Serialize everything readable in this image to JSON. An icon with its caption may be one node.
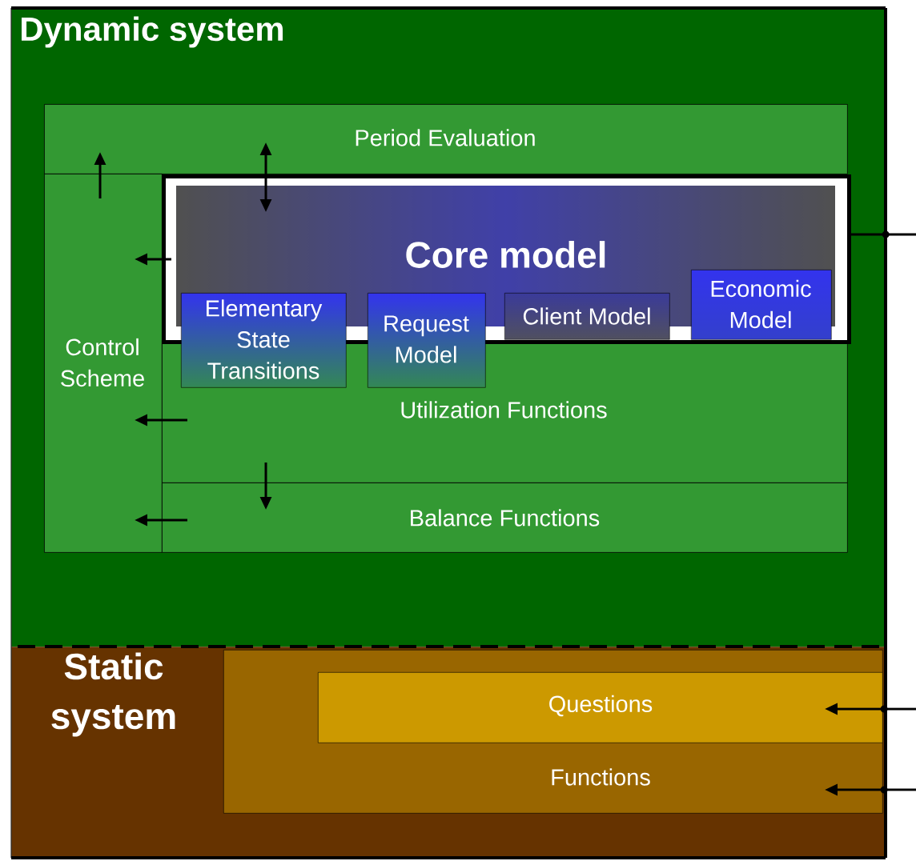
{
  "diagram": {
    "nodes": [
      {
        "text": [
          "Dynamic system"
        ]
      },
      {
        "text": [
          "Period Evaluation"
        ],
        "in": 0
      },
      {
        "text": [
          "Control Scheme"
        ],
        "in": 0
      },
      {
        "text": [
          "Utilization Functions"
        ],
        "in": 0
      },
      {
        "text": [
          "Balance Functions"
        ],
        "in": 0
      },
      {
        "text": [
          "Core model"
        ],
        "in": 0
      },
      {
        "text": [
          "Elementary State Transitions"
        ],
        "in": 0
      },
      {
        "text": [
          "Request Model"
        ],
        "in": 0
      },
      {
        "text": [
          "Client Model"
        ],
        "in": 5
      },
      {
        "text": [
          "Economic Model"
        ],
        "in": 5
      },
      {
        "text": [
          "Static system"
        ]
      },
      {
        "text": [
          "Functions"
        ],
        "in": 10
      },
      {
        "text": [
          "Questions"
        ],
        "in": 11
      }
    ],
    "edges": [
      {
        "from": 2,
        "to": 1,
        "arrow": "to"
      },
      {
        "from": 1,
        "to": 5,
        "arrow": "both"
      },
      {
        "from": 5,
        "to": 2,
        "arrow": "to"
      },
      {
        "from": 3,
        "to": 2,
        "arrow": "to"
      },
      {
        "from": 3,
        "to": 4,
        "arrow": "to"
      },
      {
        "from": 4,
        "to": 2,
        "arrow": "to"
      },
      {
        "from": null,
        "to": 5,
        "arrow": "none"
      },
      {
        "from": null,
        "to": 12,
        "arrow": "to"
      },
      {
        "from": null,
        "to": 11,
        "arrow": "to"
      }
    ]
  }
}
